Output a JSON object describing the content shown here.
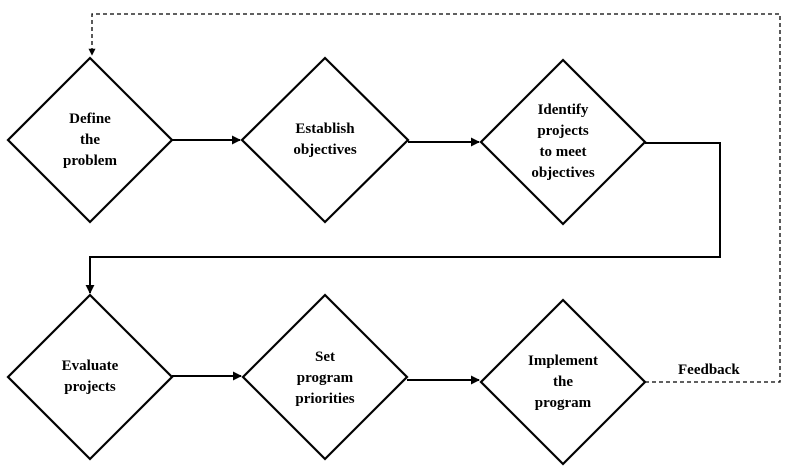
{
  "steps": [
    {
      "id": "define",
      "text": "Define\nthe\nproblem"
    },
    {
      "id": "objectives",
      "text": "Establish\nobjectives"
    },
    {
      "id": "identify",
      "text": "Identify\nprojects\nto meet\nobjectives"
    },
    {
      "id": "evaluate",
      "text": "Evaluate\nprojects"
    },
    {
      "id": "priorities",
      "text": "Set\nprogram\npriorities"
    },
    {
      "id": "implement",
      "text": "Implement\nthe\nprogram"
    }
  ],
  "feedback_label": "Feedback",
  "colors": {
    "stroke": "#000000",
    "fill": "#ffffff"
  }
}
